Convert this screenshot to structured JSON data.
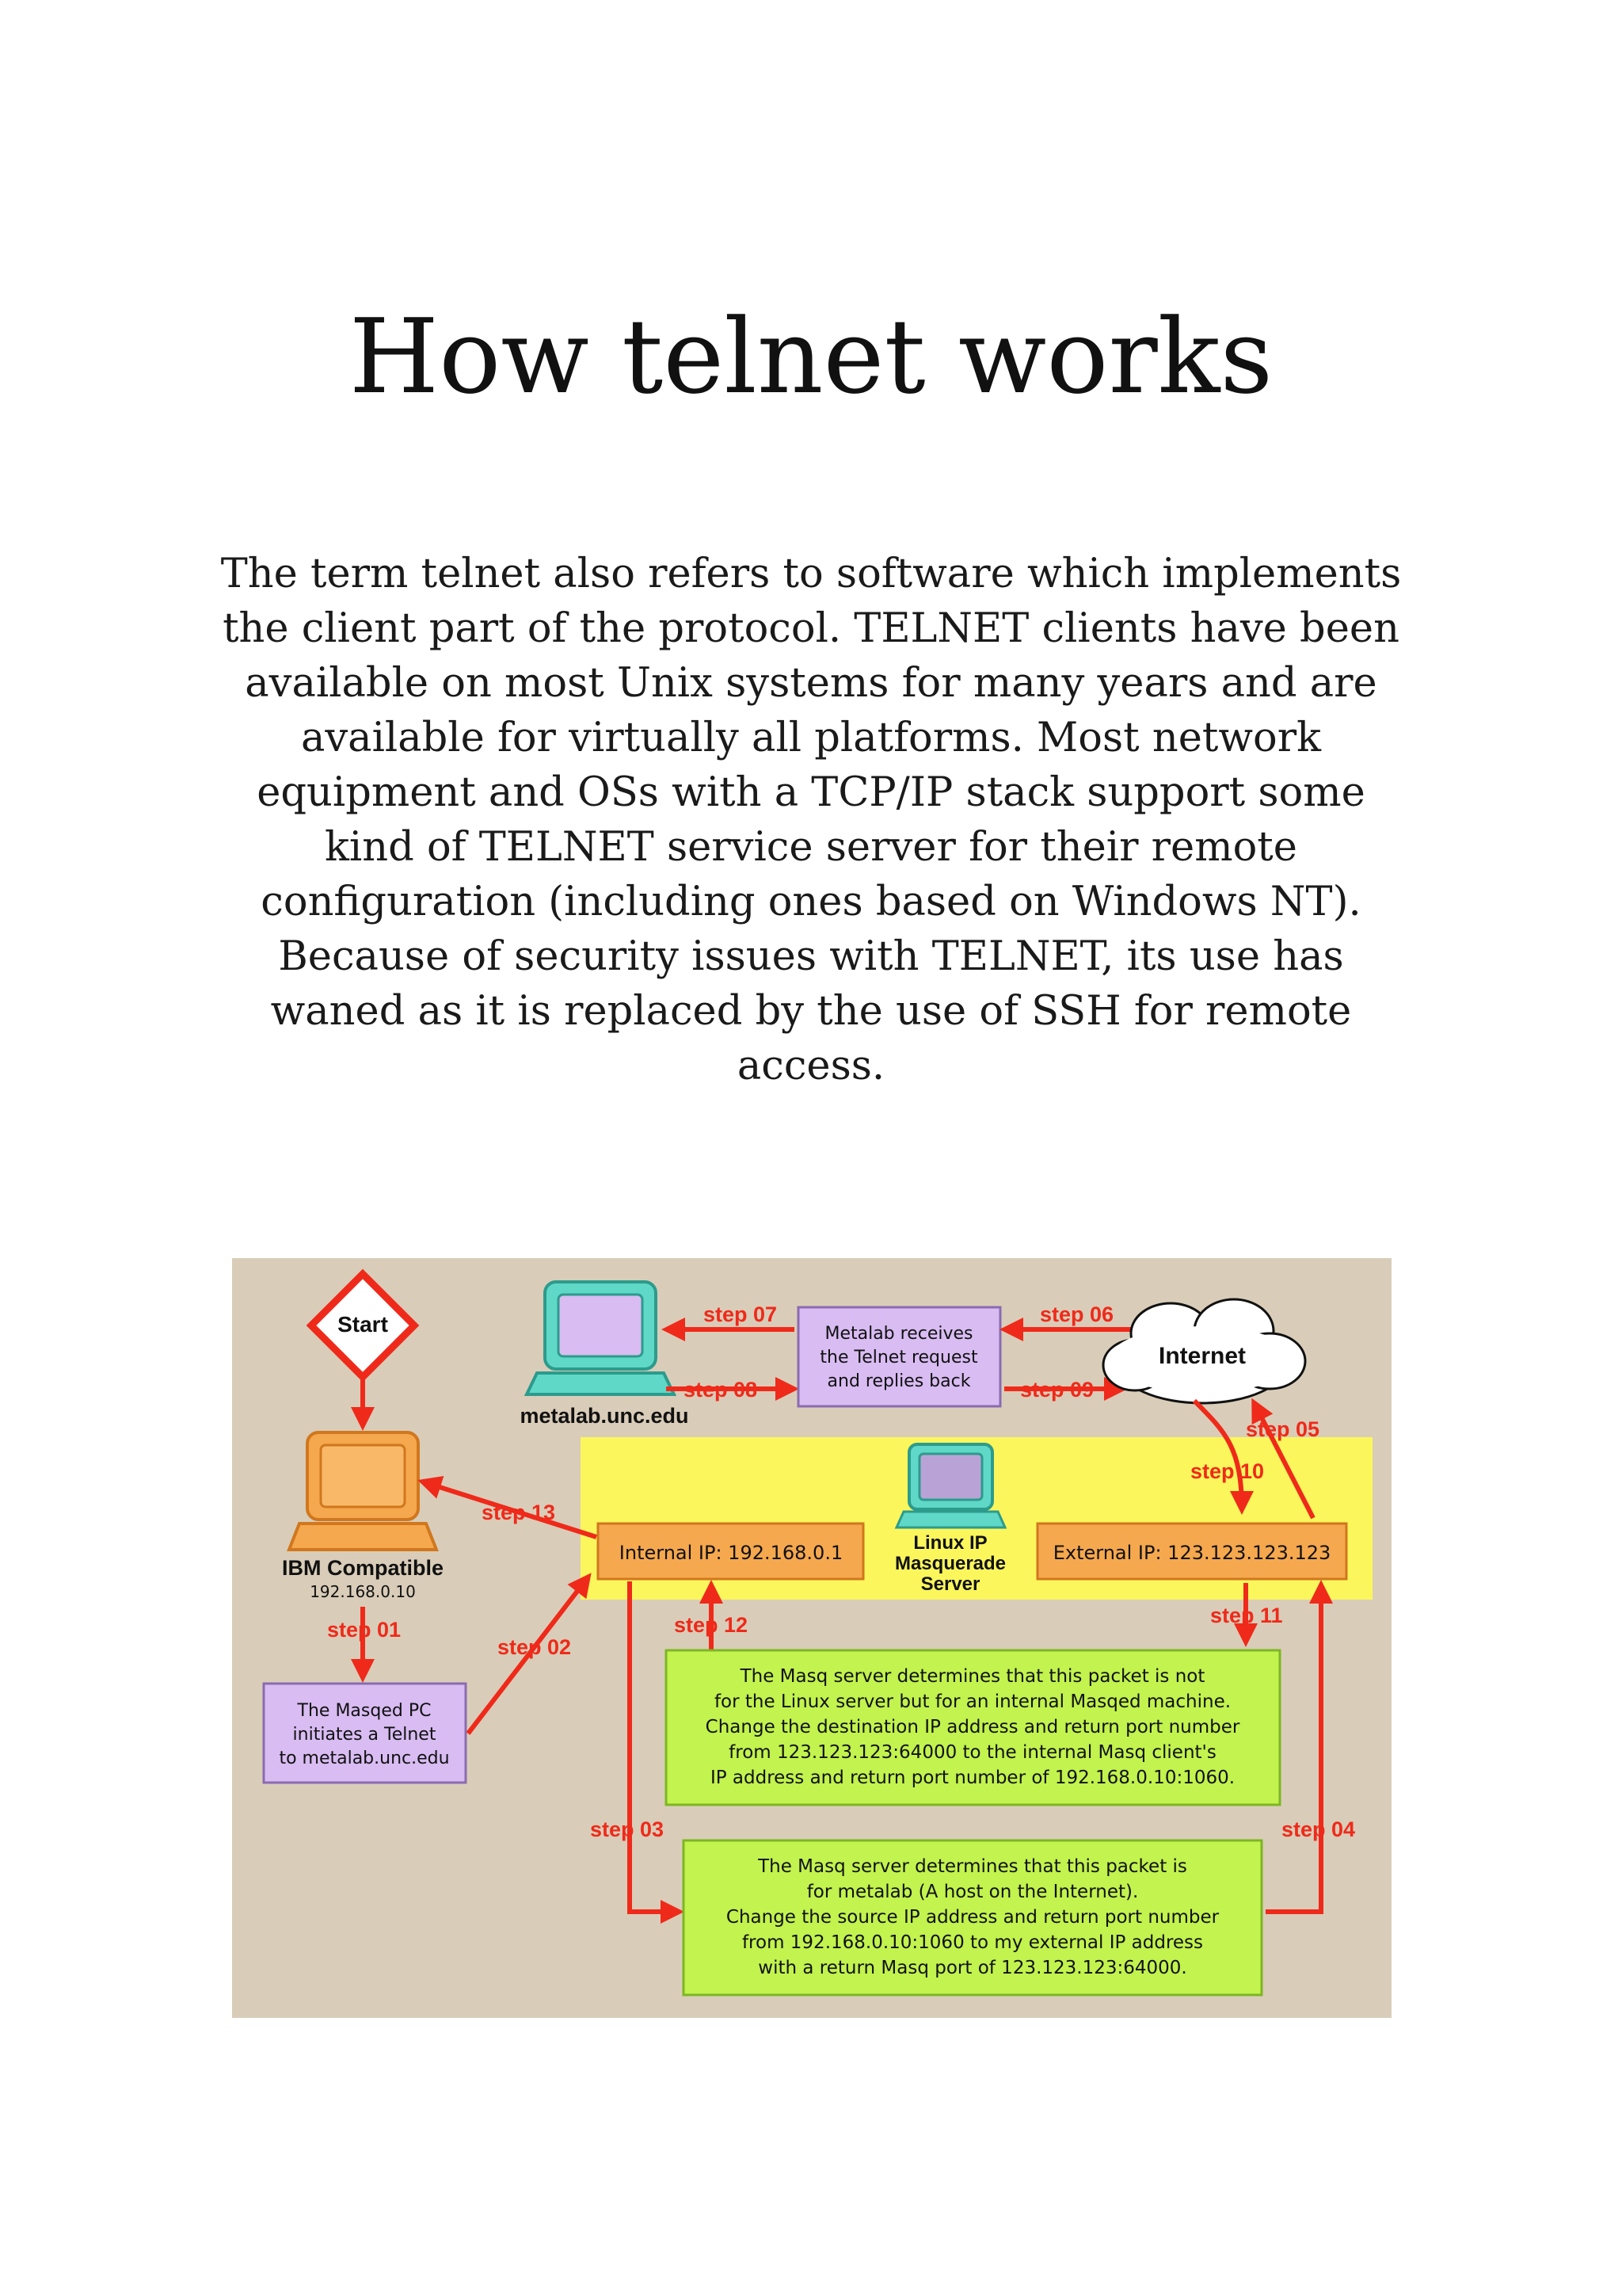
{
  "title": "How telnet works",
  "body": "The term telnet also refers to software which implements the client part of the protocol. TELNET clients have been available on most Unix systems for many years and are available for virtually all platforms. Most network equipment and OSs with a TCP/IP stack support some kind of TELNET service server for their remote configuration (including ones based on Windows NT). Because of security issues with TELNET, its use has waned as it is replaced by the use of SSH for remote access.",
  "diagram": {
    "start": "Start",
    "ibm_label": "IBM Compatible",
    "ibm_ip": "192.168.0.10",
    "metalab_label": "metalab.unc.edu",
    "internet": "Internet",
    "masq_server": [
      "Linux IP",
      "Masquerade",
      "Server"
    ],
    "internal_ip": "Internal IP: 192.168.0.1",
    "external_ip": "External IP: 123.123.123.123",
    "metalab_box": [
      "Metalab receives",
      "the Telnet request",
      "and replies back"
    ],
    "pc_box": [
      "The Masqed PC",
      "initiates a Telnet",
      "to metalab.unc.edu"
    ],
    "green1": [
      "The Masq server determines that this packet is not",
      "for the Linux server but for an internal Masqed machine.",
      "Change the destination IP address and return port number",
      "from 123.123.123:64000 to the internal Masq client's",
      "IP address and return port number of 192.168.0.10:1060."
    ],
    "green2": [
      "The Masq server determines that this packet is",
      "for metalab (A host on the Internet).",
      "Change the source IP address and return port number",
      "from 192.168.0.10:1060 to my external IP address",
      "with a return Masq port of 123.123.123:64000."
    ],
    "steps": {
      "s01": "step 01",
      "s02": "step 02",
      "s03": "step 03",
      "s04": "step 04",
      "s05": "step 05",
      "s06": "step 06",
      "s07": "step 07",
      "s08": "step 08",
      "s09": "step 09",
      "s10": "step 10",
      "s11": "step 11",
      "s12": "step 12",
      "s13": "step 13"
    },
    "colors": {
      "background": "#d9cdb9",
      "yellow_band": "#fbf65c",
      "orange": "#f5a84e",
      "purple": "#d8bcf2",
      "green": "#c2f34e",
      "red": "#ef2a1a",
      "teal": "#5fd8c8"
    }
  }
}
